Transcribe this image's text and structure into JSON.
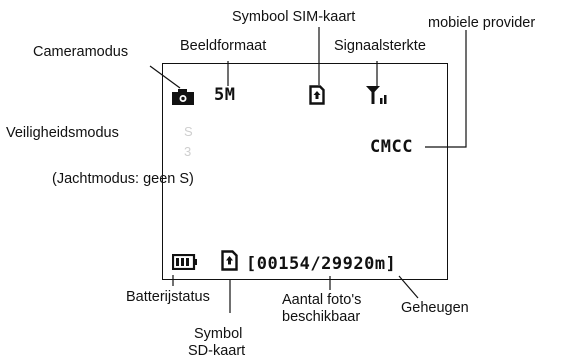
{
  "labels": {
    "symbool_sim": "Symbool SIM-kaart",
    "mobiele_provider": "mobiele provider",
    "beeldformaat": "Beeldformaat",
    "signaalsterkte": "Signaalsterkte",
    "cameramodus": "Cameramodus",
    "veiligheidsmodus": "Veiligheidsmodus",
    "jachtmodus": "(Jachtmodus: geen S)",
    "batterijstatus": "Batterijstatus",
    "aantal_fotos_line1": "Aantal foto's",
    "aantal_fotos_line2": "beschikbaar",
    "geheugen": "Geheugen",
    "symbol_sd_line1": "Symbol",
    "symbol_sd_line2": "SD-kaart"
  },
  "screen": {
    "image_size": "5M",
    "provider": "CMCC",
    "counter": "[00154/29920m]",
    "faint_s": "S",
    "faint_3": "3"
  },
  "icons": [
    "camera-icon",
    "sim-card-icon",
    "signal-icon",
    "battery-icon",
    "sd-card-icon"
  ]
}
